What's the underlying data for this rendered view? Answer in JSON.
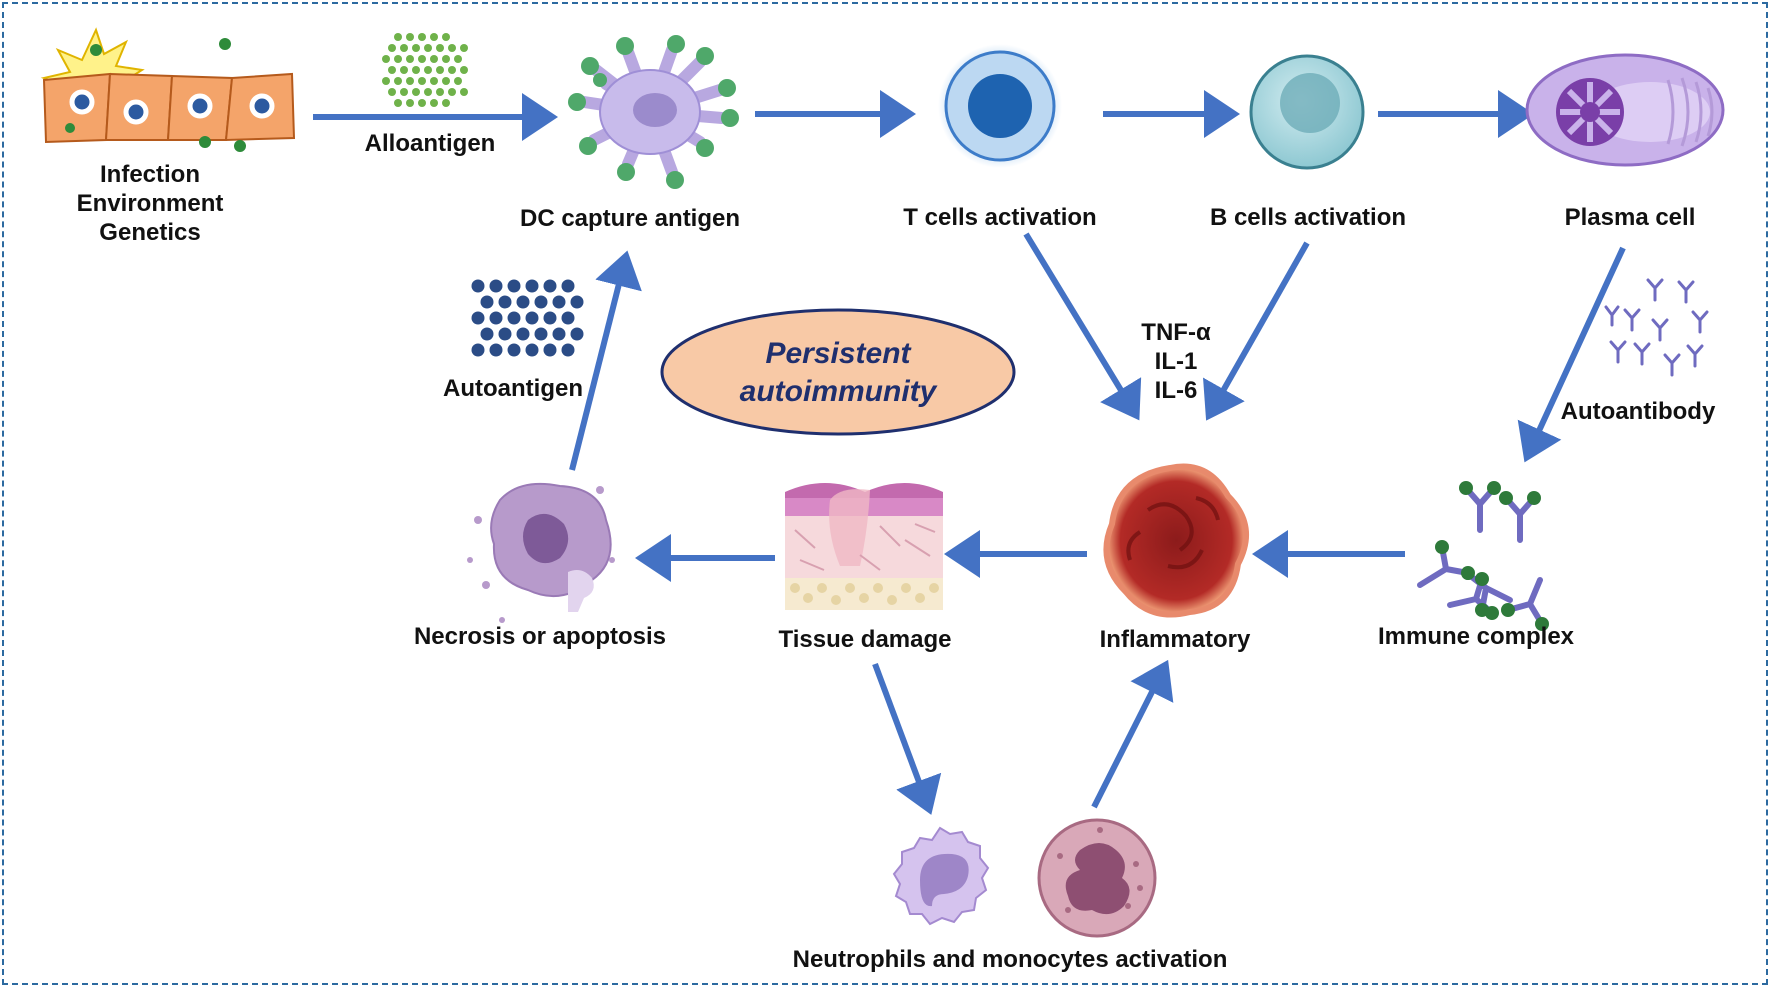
{
  "colors": {
    "arrow": "#4472c4",
    "border": "#2c6aa0",
    "ellipse_fill": "#f8c9a6",
    "ellipse_stroke": "#1f2f6e",
    "center_text": "#1f2f6e"
  },
  "labels": {
    "triggers": [
      "Infection",
      "Environment",
      "Genetics"
    ],
    "alloantigen": "Alloantigen",
    "dc": "DC  capture antigen",
    "t_cells": "T cells activation",
    "b_cells": "B cells activation",
    "plasma": "Plasma cell",
    "cytokines": [
      "TNF-α",
      "IL-1",
      "IL-6"
    ],
    "autoantibody": "Autoantibody",
    "immune_complex": "Immune complex",
    "inflammatory": "Inflammatory",
    "tissue_damage": "Tissue damage",
    "necrosis": "Necrosis or apoptosis",
    "autoantigen": "Autoantigen",
    "neutrophils": "Neutrophils and monocytes activation",
    "center": [
      "Persistent",
      "autoimmunity"
    ]
  },
  "icons": {
    "epithelium": "infected-epithelial-cells-icon",
    "alloantigen": "alloantigen-particles-icon",
    "dc": "dendritic-cell-icon",
    "t_cell": "t-cell-icon",
    "b_cell": "b-cell-icon",
    "plasma": "plasma-cell-icon",
    "autoantibody": "autoantibody-icon",
    "immune_complex": "immune-complex-icon",
    "inflammatory": "inflamed-tissue-icon",
    "tissue": "skin-tissue-icon",
    "necrosis": "necrotic-cell-icon",
    "autoantigen": "autoantigen-particles-icon",
    "neutrophil": "neutrophil-icon",
    "monocyte": "monocyte-icon"
  }
}
